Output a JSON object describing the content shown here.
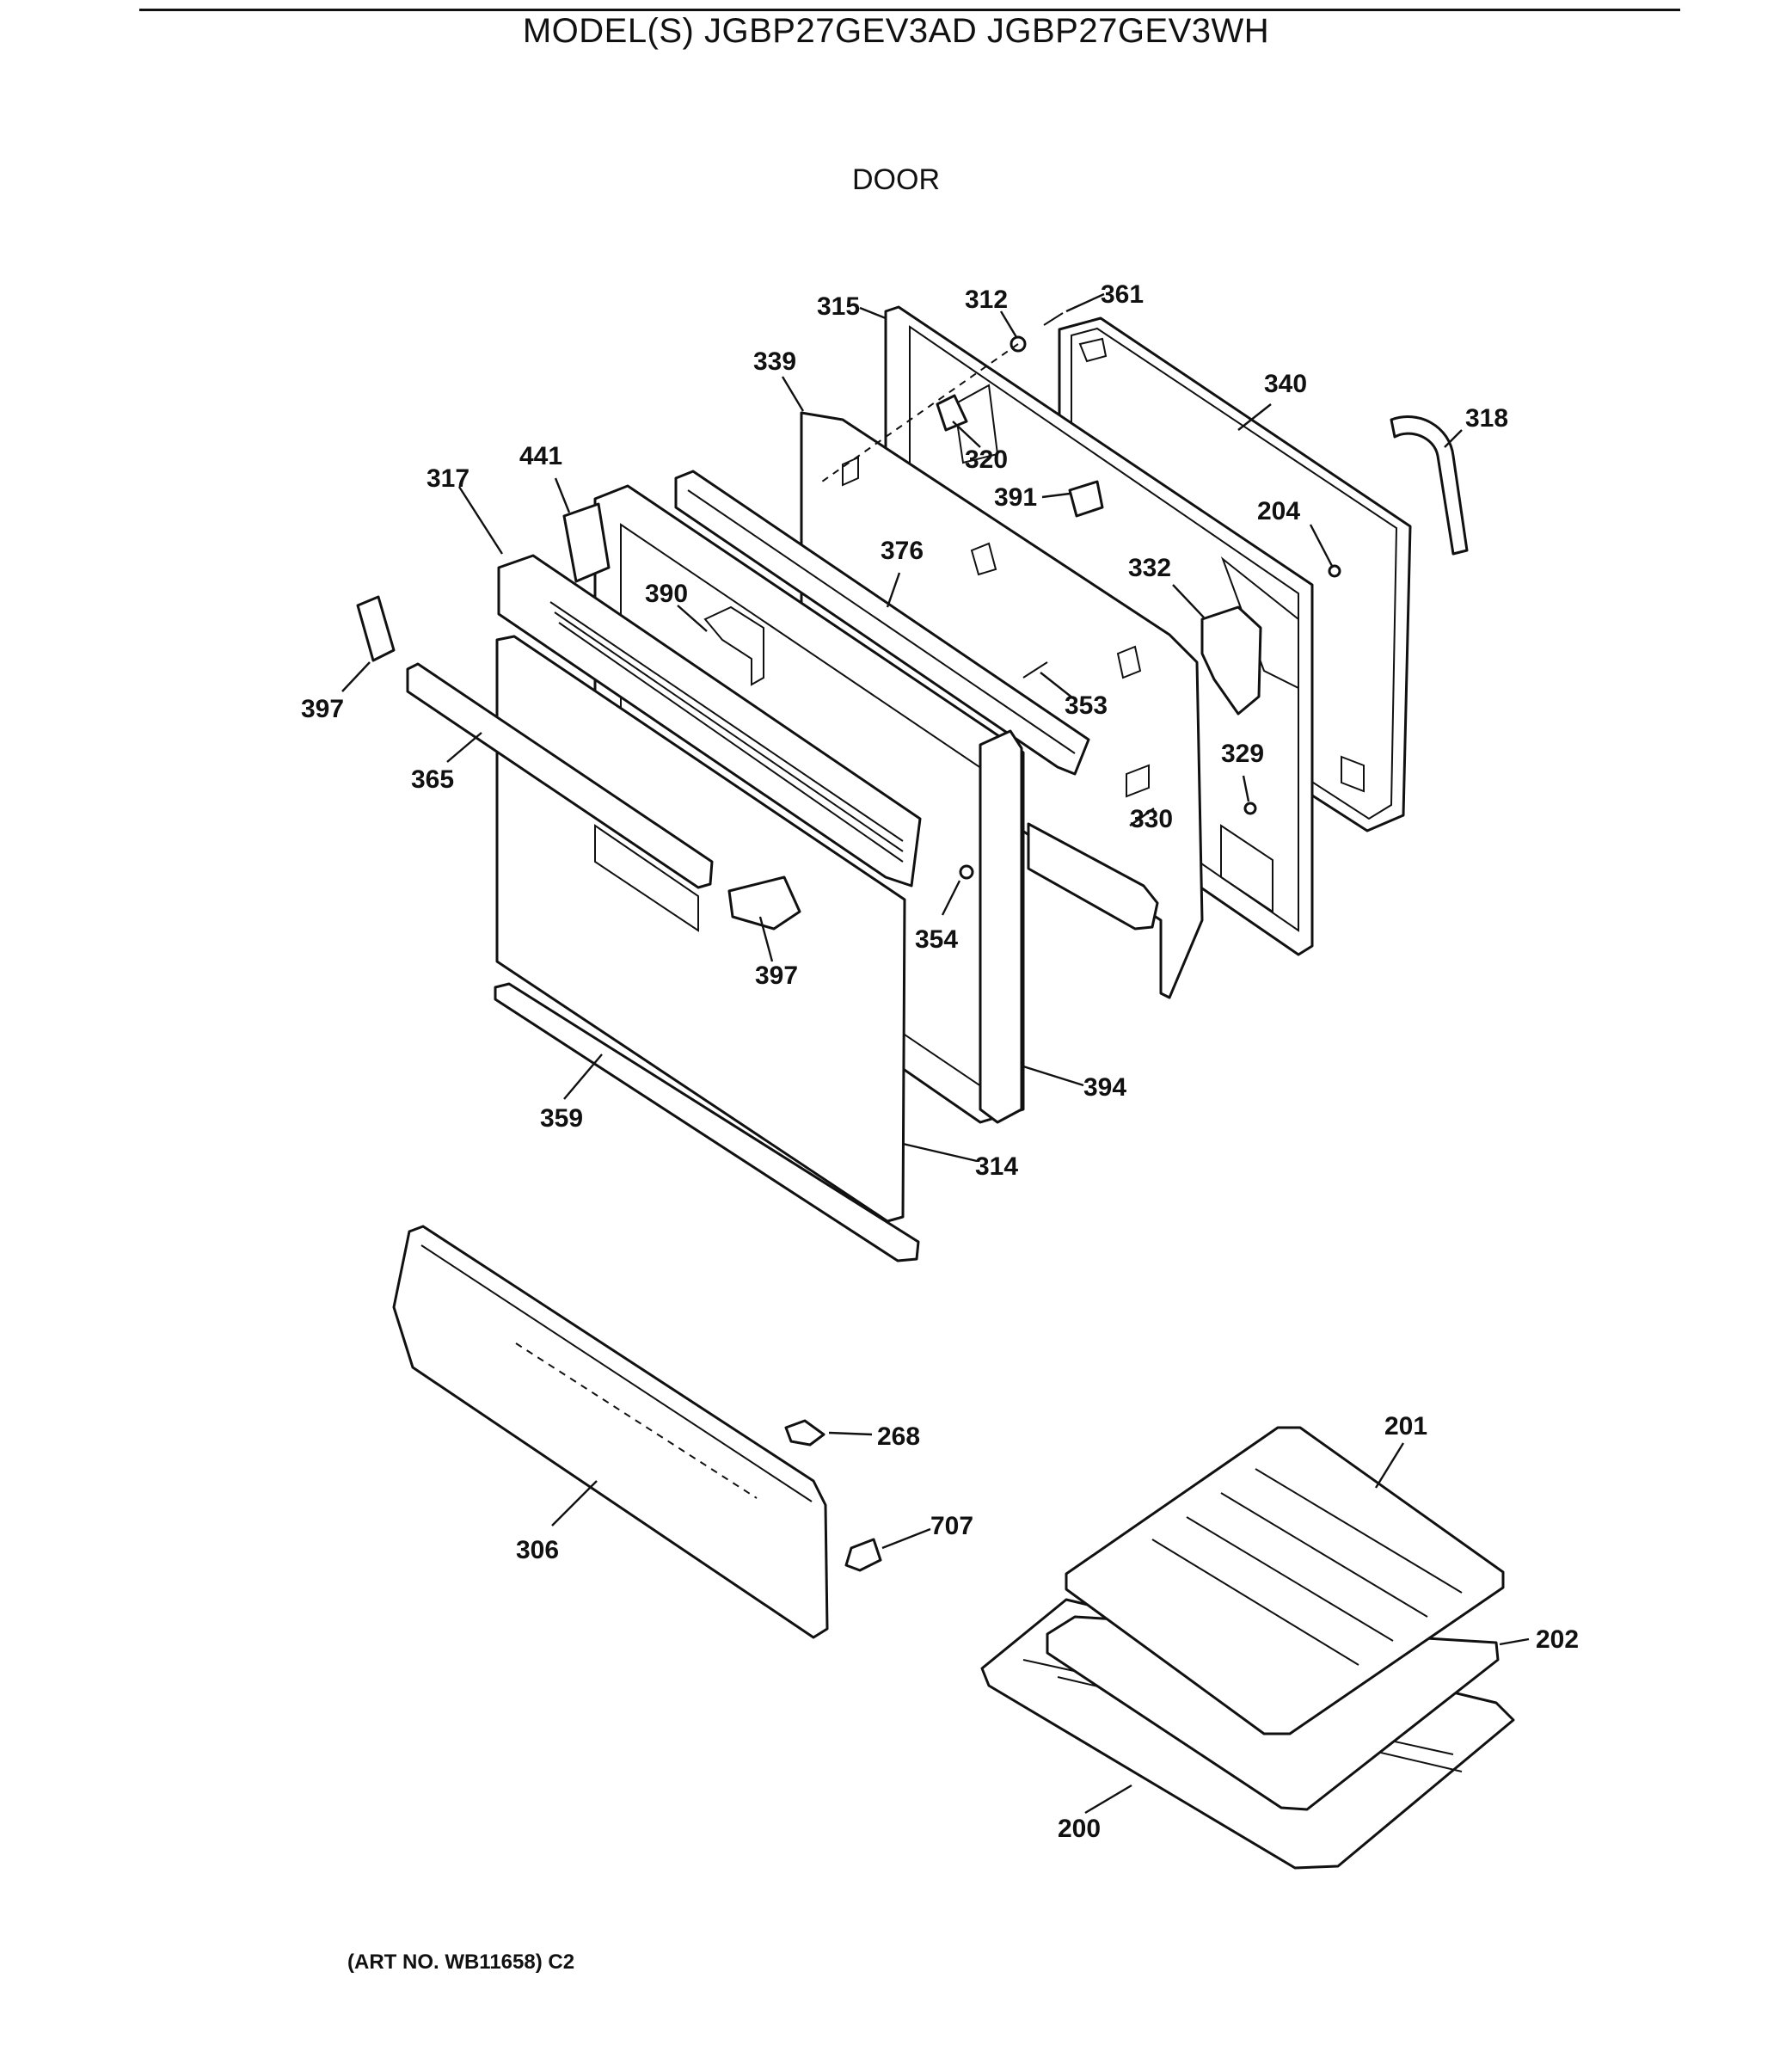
{
  "header": {
    "model_title": "MODEL(S) JGBP27GEV3AD  JGBP27GEV3WH",
    "section_title": "DOOR"
  },
  "diagram": {
    "parts": [
      {
        "id": "p200",
        "name": "broiler-pan",
        "icon": "broiler-pan-icon"
      },
      {
        "id": "p201",
        "name": "broiler-grid",
        "icon": "broiler-grid-icon"
      },
      {
        "id": "p202",
        "name": "broiler-pan-insert",
        "icon": "pan-insert-icon"
      },
      {
        "id": "p306",
        "name": "drawer-front",
        "icon": "drawer-panel-icon"
      },
      {
        "id": "p314",
        "name": "door-glass-outer",
        "icon": "glass-panel-icon"
      },
      {
        "id": "p315",
        "name": "door-liner-frame",
        "icon": "frame-icon"
      },
      {
        "id": "p340",
        "name": "door-gasket",
        "icon": "gasket-icon"
      },
      {
        "id": "p318",
        "name": "door-handle-insulation",
        "icon": "insulation-icon"
      }
    ],
    "callouts": [
      {
        "label": "315",
        "name": "callout-315"
      },
      {
        "label": "312",
        "name": "callout-312"
      },
      {
        "label": "361",
        "name": "callout-361"
      },
      {
        "label": "339",
        "name": "callout-339"
      },
      {
        "label": "340",
        "name": "callout-340"
      },
      {
        "label": "318",
        "name": "callout-318"
      },
      {
        "label": "441",
        "name": "callout-441"
      },
      {
        "label": "317",
        "name": "callout-317"
      },
      {
        "label": "320",
        "name": "callout-320"
      },
      {
        "label": "391",
        "name": "callout-391"
      },
      {
        "label": "204",
        "name": "callout-204"
      },
      {
        "label": "376",
        "name": "callout-376"
      },
      {
        "label": "332",
        "name": "callout-332"
      },
      {
        "label": "390",
        "name": "callout-390"
      },
      {
        "label": "397",
        "name": "callout-397-left"
      },
      {
        "label": "353",
        "name": "callout-353"
      },
      {
        "label": "365",
        "name": "callout-365"
      },
      {
        "label": "329",
        "name": "callout-329"
      },
      {
        "label": "330",
        "name": "callout-330"
      },
      {
        "label": "354",
        "name": "callout-354"
      },
      {
        "label": "397",
        "name": "callout-397-lower"
      },
      {
        "label": "394",
        "name": "callout-394"
      },
      {
        "label": "359",
        "name": "callout-359"
      },
      {
        "label": "314",
        "name": "callout-314"
      },
      {
        "label": "201",
        "name": "callout-201"
      },
      {
        "label": "268",
        "name": "callout-268"
      },
      {
        "label": "707",
        "name": "callout-707"
      },
      {
        "label": "306",
        "name": "callout-306"
      },
      {
        "label": "202",
        "name": "callout-202"
      },
      {
        "label": "200",
        "name": "callout-200"
      }
    ]
  },
  "footer": {
    "art_no": "(ART NO. WB11658) C2"
  }
}
